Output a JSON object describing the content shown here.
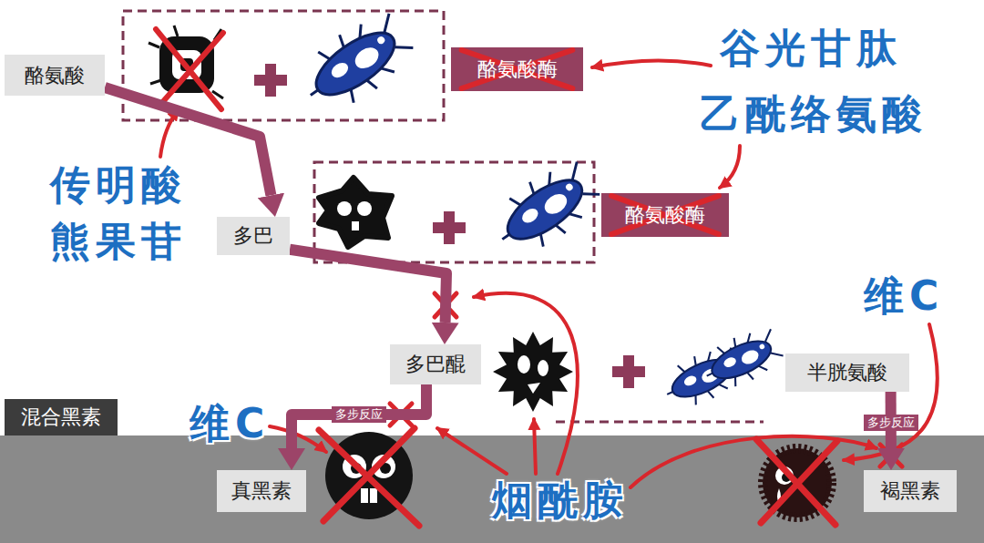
{
  "diagram": {
    "nodes": [
      {
        "text": [
          "酪氨酸"
        ]
      },
      {
        "text": [
          "酪氨酸酶"
        ]
      },
      {
        "text": [
          "多巴"
        ]
      },
      {
        "text": [
          "酪氨酸酶"
        ]
      },
      {
        "text": [
          "多巴醌"
        ]
      },
      {
        "text": [
          "半胱氨酸"
        ]
      },
      {
        "text": [
          "混合黑素"
        ]
      },
      {
        "text": [
          "真黑素"
        ],
        "in": 6
      },
      {
        "text": [
          "褐黑素"
        ],
        "in": 6
      }
    ],
    "edges": [
      {
        "from": 0,
        "to": 2,
        "arrow": "to"
      },
      {
        "from": 2,
        "to": 4,
        "arrow": "to"
      },
      {
        "from": 4,
        "to": 7,
        "label": "多步反应",
        "arrow": "to"
      },
      {
        "from": 5,
        "to": 8,
        "label": "多步反应",
        "arrow": "to"
      }
    ],
    "labels": [
      "谷光甘肽",
      "乙酰络氨酸",
      "传明酸",
      "熊果苷",
      "维C",
      "维C",
      "烟酰胺"
    ]
  }
}
